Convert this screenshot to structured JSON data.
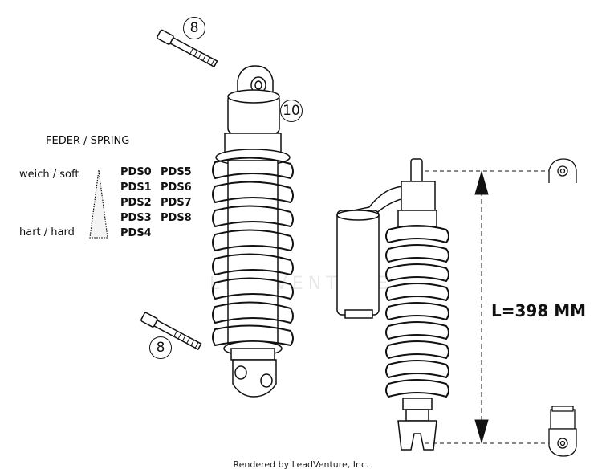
{
  "spring_table": {
    "title": "FEDER / SPRING",
    "soft_label": "weich / soft",
    "hard_label": "hart / hard",
    "col1": [
      "PDS0",
      "PDS1",
      "PDS2",
      "PDS3",
      "PDS4"
    ],
    "col2": [
      "PDS5",
      "PDS6",
      "PDS7",
      "PDS8"
    ]
  },
  "callouts": {
    "bolt_top": "8",
    "shock_top": "10",
    "bolt_bottom": "8"
  },
  "dimension": {
    "length": "L=398 MM"
  },
  "footer": {
    "text": "Rendered by LeadVenture, Inc."
  },
  "watermark": "LEADVENTURE",
  "colors": {
    "line": "#111111",
    "spring_fill": "#ffffff",
    "watermark": "#e6e6e6"
  }
}
